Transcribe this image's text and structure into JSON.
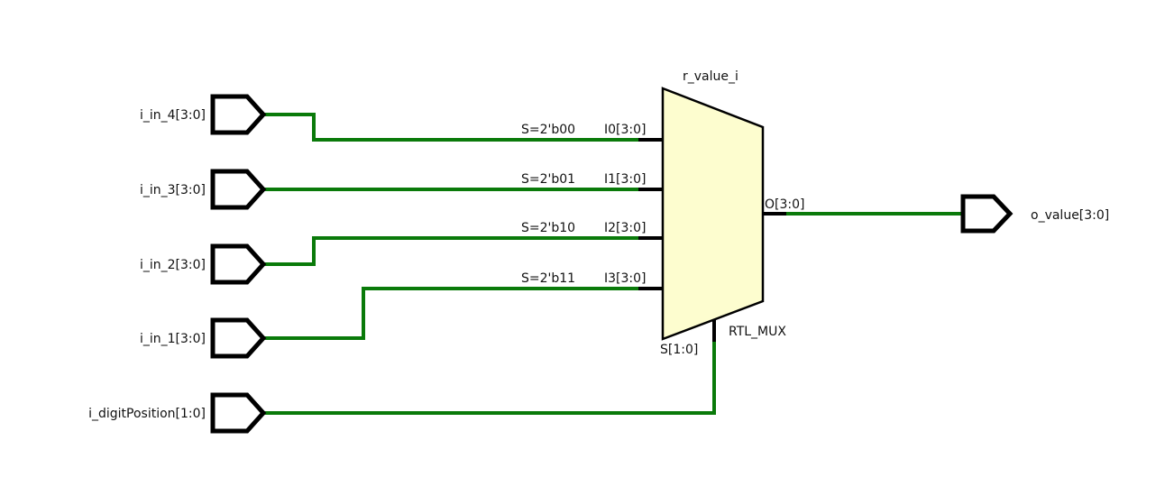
{
  "colors": {
    "wire": "#0a7a0a",
    "mux_fill": "#fdfdcf",
    "port_stroke": "#000000"
  },
  "inputs": [
    {
      "label": "i_in_4[3:0]"
    },
    {
      "label": "i_in_3[3:0]"
    },
    {
      "label": "i_in_2[3:0]"
    },
    {
      "label": "i_in_1[3:0]"
    },
    {
      "label": "i_digitPosition[1:0]"
    }
  ],
  "output": {
    "label": "o_value[3:0]"
  },
  "mux": {
    "instance_name": "r_value_i",
    "type": "RTL_MUX",
    "select_pin": "S[1:0]",
    "output_pin": "O[3:0]",
    "cases": [
      {
        "condition": "S=2'b00",
        "pin": "I0[3:0]"
      },
      {
        "condition": "S=2'b01",
        "pin": "I1[3:0]"
      },
      {
        "condition": "S=2'b10",
        "pin": "I2[3:0]"
      },
      {
        "condition": "S=2'b11",
        "pin": "I3[3:0]"
      }
    ]
  }
}
